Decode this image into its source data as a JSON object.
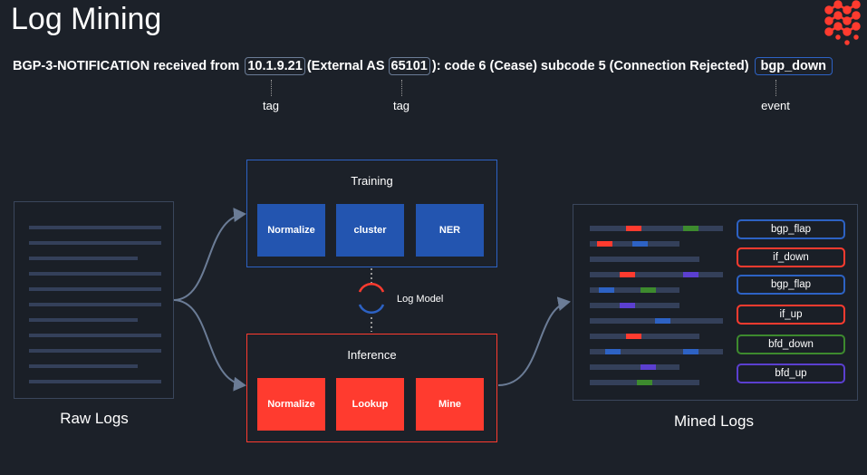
{
  "title": "Log Mining",
  "message": {
    "p1": "BGP-3-NOTIFICATION received from",
    "ip": "10.1.9.21",
    "p2": "(External AS",
    "as": "65101",
    "p3": "): code 6 (Cease) subcode 5 (Connection Rejected)",
    "event": "bgp_down"
  },
  "annotations": {
    "ip": "tag",
    "as": "tag",
    "event": "event"
  },
  "training": {
    "title": "Training",
    "steps": [
      "Normalize",
      "cluster",
      "NER"
    ]
  },
  "inference": {
    "title": "Inference",
    "steps": [
      "Normalize",
      "Lookup",
      "Mine"
    ]
  },
  "model_label": "Log Model",
  "raw_logs_label": "Raw Logs",
  "mined_logs_label": "Mined Logs",
  "tags": [
    {
      "label": "bgp_flap",
      "color": "#2d62c4"
    },
    {
      "label": "if_down",
      "color": "#ff3b2f"
    },
    {
      "label": "bgp_flap",
      "color": "#2d62c4"
    },
    {
      "label": "if_up",
      "color": "#ff3b2f"
    },
    {
      "label": "bfd_down",
      "color": "#3d8a2e"
    },
    {
      "label": "bfd_up",
      "color": "#5b3fd0"
    }
  ],
  "colors": {
    "blue": "#2d62c4",
    "red": "#ff3b2f",
    "green": "#3d8a2e",
    "purple": "#5b3fd0",
    "background": "#1c2129"
  }
}
